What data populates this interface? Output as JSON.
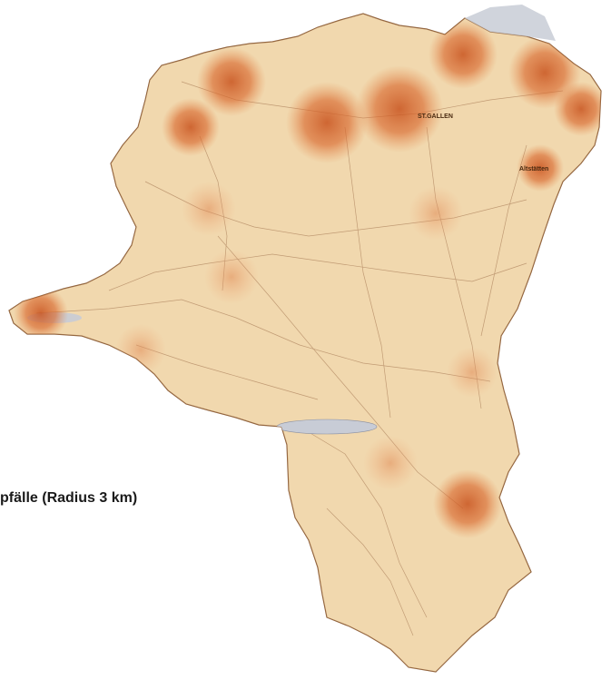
{
  "legend": {
    "caption": "pfälle (Radius 3 km)"
  },
  "map": {
    "city_labels": {
      "st_gallen": "ST.GALLEN",
      "altstaetten": "Altstätten"
    },
    "colors": {
      "land": "#f3dcb4",
      "hotspot": "#d9692f",
      "hotspot_light": "#f0a675",
      "lake": "#c8ccd6",
      "roads": "#9a6a46",
      "border": "#8a5a34"
    }
  }
}
